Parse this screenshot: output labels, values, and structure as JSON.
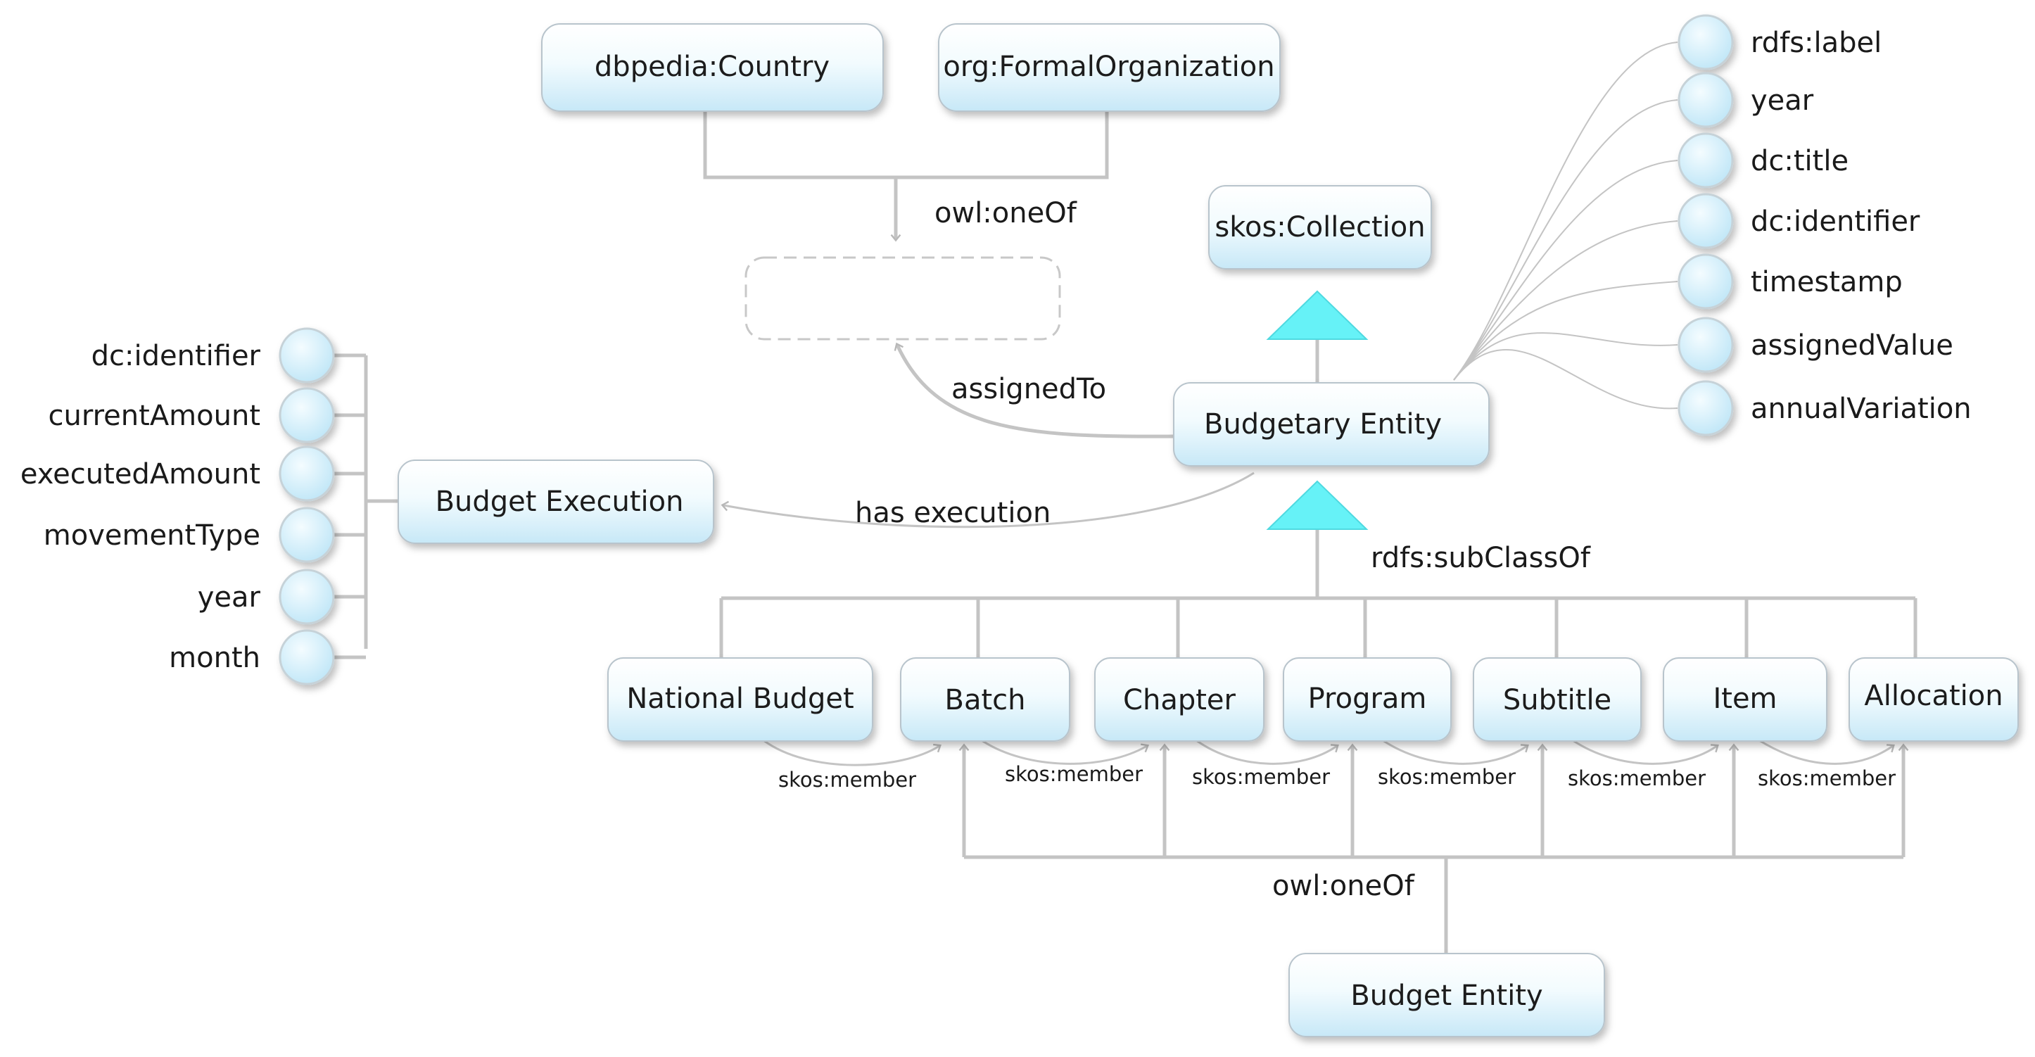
{
  "nodes": {
    "dbpedia_country": "dbpedia:Country",
    "formal_org": "org:FormalOrganization",
    "skos_collection": "skos:Collection",
    "budgetary_entity": "Budgetary Entity",
    "budget_execution": "Budget Execution",
    "budget_entity": "Budget Entity",
    "national_budget": "National Budget",
    "batch": "Batch",
    "chapter": "Chapter",
    "program": "Program",
    "subtitle": "Subtitle",
    "item": "Item",
    "allocation": "Allocation"
  },
  "edges": {
    "owl_oneof_top": "owl:oneOf",
    "assigned_to": "assignedTo",
    "has_execution": "has execution",
    "subclass_of": "rdfs:subClassOf",
    "owl_oneof_bottom": "owl:oneOf",
    "skos_member": "skos:member"
  },
  "budgetary_entity_props": [
    "rdfs:label",
    "year",
    "dc:title",
    "dc:identifier",
    "timestamp",
    "assignedValue",
    "annualVariation"
  ],
  "budget_execution_props": [
    "dc:identifier",
    "currentAmount",
    "executedAmount",
    "movementType",
    "year",
    "month"
  ],
  "colors": {
    "node_fill_top": "#ffffff",
    "node_fill_bottom": "#c9e9f7",
    "node_stroke": "#b8c4cc",
    "connector": "#c4c4c4",
    "inherit_triangle": "#66f2f7",
    "prop_circle": "#cfeefa"
  }
}
